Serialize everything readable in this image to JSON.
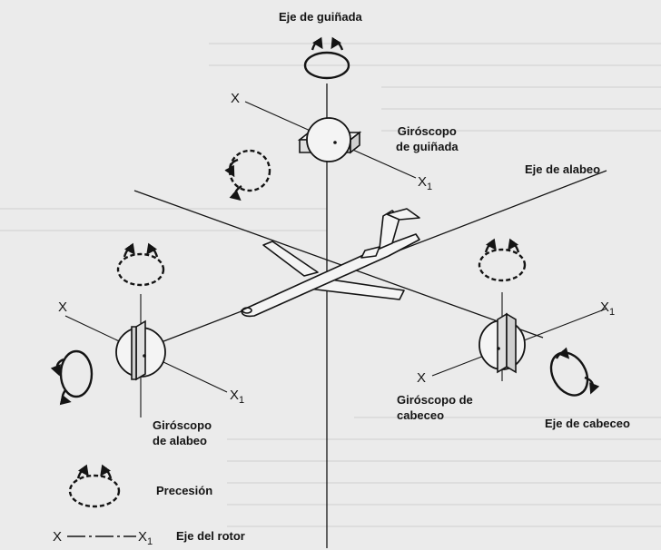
{
  "diagram": {
    "yaw_axis_label": "Eje de guiñada",
    "roll_axis_label": "Eje de alabeo",
    "pitch_axis_label": "Eje de cabeceo",
    "yaw_gyro_label": [
      "Giróscopo",
      "de guiñada"
    ],
    "roll_gyro_label": [
      "Giróscopo",
      "de alabeo"
    ],
    "pitch_gyro_label": [
      "Giróscopo de",
      "cabeceo"
    ],
    "rotor_end_x": "X",
    "rotor_end_x1": "X",
    "subscript_1": "1"
  },
  "legend": {
    "precession_label": "Precesión",
    "rotor_axis_label": "Eje del rotor",
    "rotor_axis_x": "X",
    "rotor_axis_x1": "X",
    "subscript_1": "1"
  },
  "colors": {
    "background": "#ebebeb",
    "ink": "#141414"
  }
}
